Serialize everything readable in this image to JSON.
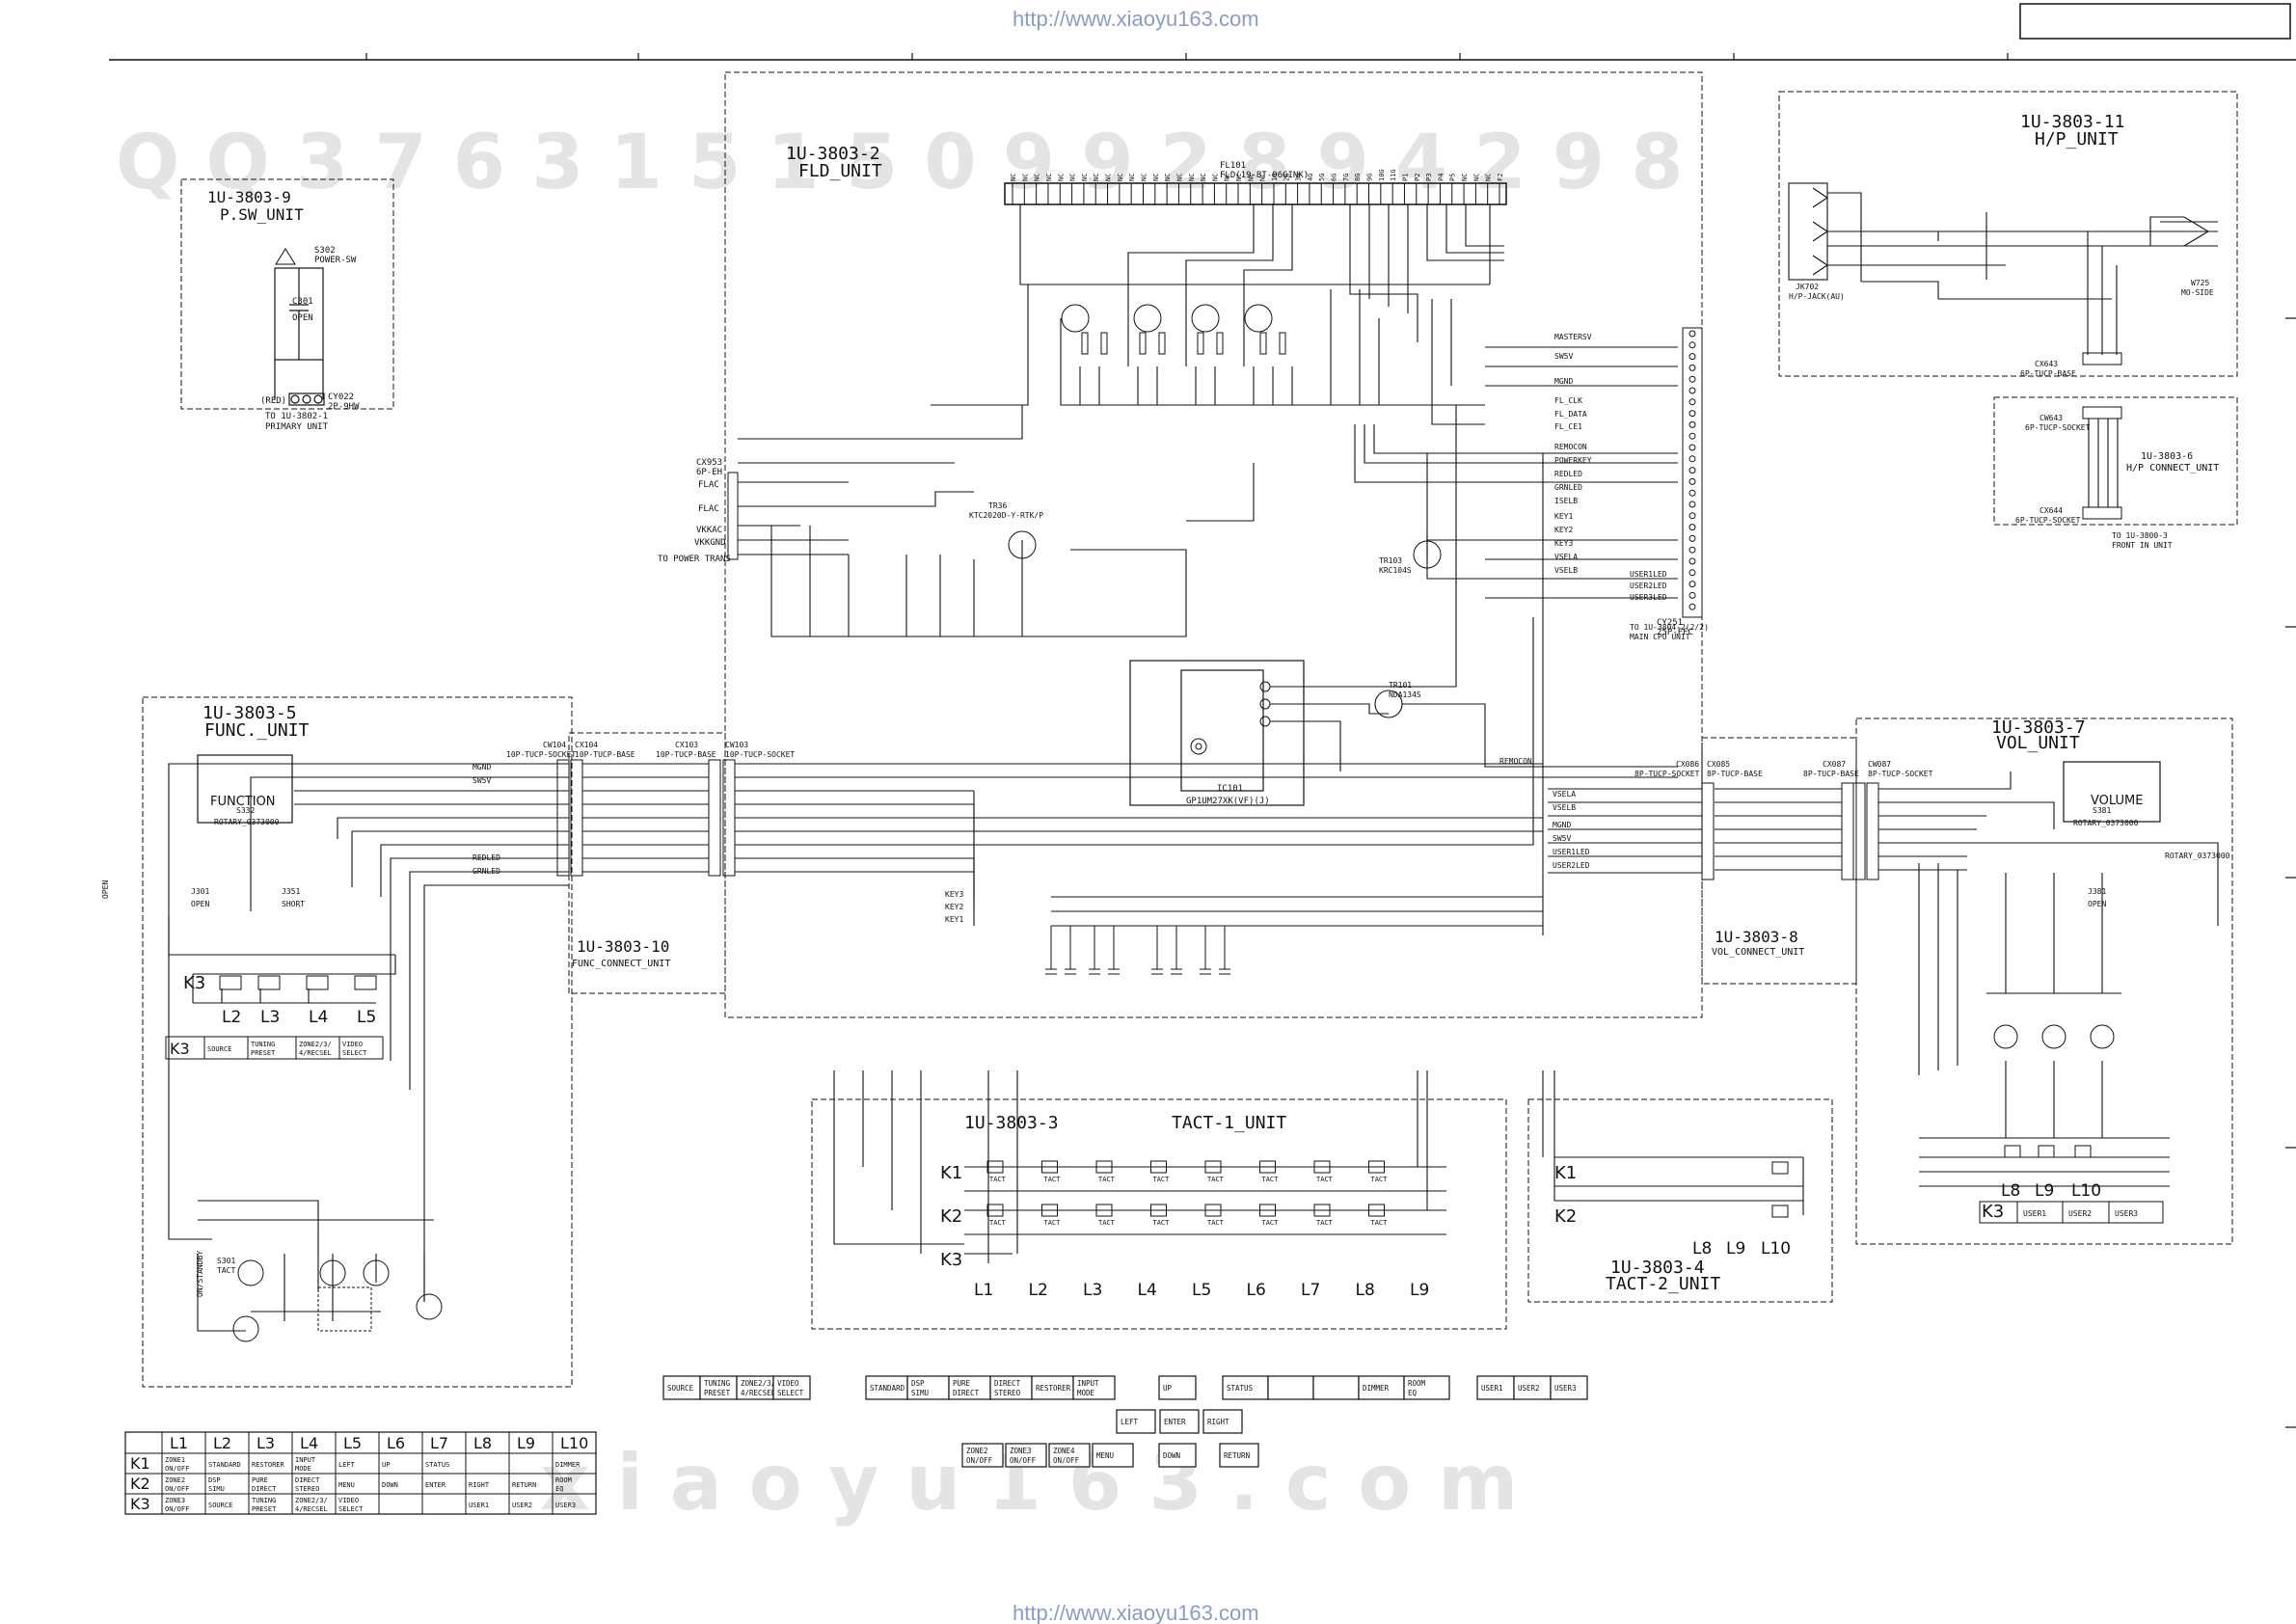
{
  "header": {
    "url_top": "http://www.xiaoyu163.com",
    "url_bottom": "http://www.xiaoyu163.com",
    "watermark_row1": "Q Q 3 7 6 3 1 5 1 5 0   9 9 2 8 9 4 2 9 8",
    "watermark_row2": "x i a o y u 1 6 3 . c o m"
  },
  "units": {
    "psw": {
      "id": "1U-3803-9",
      "name": "P.SW_UNIT"
    },
    "fld": {
      "id": "1U-3803-2",
      "name": "FLD_UNIT"
    },
    "hp": {
      "id": "1U-3803-11",
      "name": "H/P_UNIT"
    },
    "hpc": {
      "id": "1U-3803-6",
      "name": "H/P CONNECT_UNIT"
    },
    "func": {
      "id": "1U-3803-5",
      "name": "FUNC._UNIT"
    },
    "funcc": {
      "id": "1U-3803-10",
      "name": "FUNC_CONNECT_UNIT"
    },
    "vol": {
      "id": "1U-3803-7",
      "name": "VOL_UNIT"
    },
    "volc": {
      "id": "1U-3803-8",
      "name": "VOL_CONNECT_UNIT"
    },
    "tact1": {
      "id": "1U-3803-3",
      "name": "TACT-1_UNIT"
    },
    "tact2": {
      "id": "1U-3803-4",
      "name": "TACT-2_UNIT"
    }
  },
  "labels": {
    "fl101": "FL101",
    "fl101_part": "FLD(19-BT-06GINK)",
    "s302": "S302",
    "power_sw": "POWER-SW",
    "c301": "C301",
    "open": "OPEN",
    "to_primary": "TO 1U-3802-1",
    "primary_unit": "PRIMARY UNIT",
    "cy022": "CY022",
    "cy022_type": "2P-9HW",
    "red": "(RED)",
    "to_power_trans": "TO POWER TRANS",
    "cx953": "CX953",
    "cx953_type": "6P-EH",
    "flac": "FLAC",
    "vkkac": "VKKAC",
    "vkkgnd": "VKKGND",
    "cy251": "CY251",
    "cy251_type": "25P-FFC",
    "to_main_cpu": "TO 1U-3804-2(2/2)",
    "main_cpu_unit": "MAIN CPU UNIT",
    "ic101": "IC101",
    "ic101_part": "GP1UM27XK(VF)(J)",
    "tr101": "TR101",
    "tr101_part": "NDA134S",
    "tr103": "TR103",
    "tr103_part": "KRC104S",
    "tr36": "TR36",
    "tr36_part": "KTC2020D-Y-RTK/P",
    "function": "FUNCTION",
    "volume": "VOLUME",
    "s332": "S332",
    "rotary": "ROTARY_0373000",
    "s381": "S381",
    "rotary_vol": "ROTARY_0373000",
    "rotary_vol_ext": "ROTARY_0373000",
    "jk702": "JK702",
    "hp_jack": "H/P-JACK(AU)",
    "w725": "W725",
    "mo_side": "MO-SIDE",
    "cx643": "CX643",
    "cx643_type": "6P-TUCP-BASE",
    "cw643": "CW643",
    "cw643_type": "6P-TUCP-SOCKET",
    "cx644": "CX644",
    "cx644_type": "6P-TUCP-SOCKET",
    "to_front_in": "TO 1U-3800-3",
    "front_in_unit": "FRONT IN UNIT",
    "cw104": "CW104",
    "cw104_type": "10P-TUCP-SOCKET",
    "cx104": "CX104",
    "cx104_type": "10P-TUCP-BASE",
    "cx103": "CX103",
    "cx103_type": "10P-TUCP-BASE",
    "cw103": "CW103",
    "cw103_type": "10P-TUCP-SOCKET",
    "cx086": "CX086",
    "cx086_type": "8P-TUCP-SOCKET",
    "cx085": "CX085",
    "cx085_type": "8P-TUCP-BASE",
    "cx087": "CX087",
    "cx087_type": "8P-TUCP-BASE",
    "cw087": "CW087",
    "cw087_type": "8P-TUCP-SOCKET",
    "remocon": "REMOCON",
    "on_standby": "ON/STANDBY",
    "s301": "S301",
    "tact": "TACT",
    "k1": "K1",
    "k2": "K2",
    "k3": "K3",
    "source": "SOURCE",
    "tuning_preset": "TUNING PRESET",
    "zone_recsel": "ZONE2/3/ 4/RECSEL",
    "video_select": "VIDEO SELECT",
    "mastersv": "MASTERSV",
    "sw5v": "SW5V",
    "mgnd": "MGND",
    "fl_clk": "FL_CLK",
    "fl_data": "FL_DATA",
    "fl_ce": "FL_CE1",
    "remocon_sig": "REMOCON",
    "powerkey": "POWERKEY",
    "reled": "REDLED",
    "grnled": "GRNLED",
    "isel": "ISELB",
    "key1": "KEY1",
    "key2": "KEY2",
    "key3": "KEY3",
    "vsela": "VSELA",
    "vselb": "VSELB",
    "user1led": "USER1LED",
    "user2led": "USER2LED",
    "user3led": "USER3LED",
    "short": "SHORT",
    "j301": "J301",
    "j351": "J351",
    "j381": "J381"
  },
  "fld_pins": [
    "NC",
    "NC",
    "NC",
    "NC",
    "NC",
    "NC",
    "NC",
    "NC",
    "NC",
    "NC",
    "NC",
    "NC",
    "NC",
    "NC",
    "NC",
    "NC",
    "NC",
    "NC",
    "NC",
    "NC",
    "NC",
    "NC",
    "1G",
    "2G",
    "3G",
    "4G",
    "5G",
    "6G",
    "7G",
    "8G",
    "9G",
    "10G",
    "11G",
    "P1",
    "P2",
    "P3",
    "P4",
    "P5",
    "NC",
    "NC",
    "NC",
    "F2"
  ],
  "func_row_l": [
    "L2",
    "L3",
    "L4",
    "L5"
  ],
  "tact1_cols": [
    "L1",
    "L2",
    "L3",
    "L4",
    "L5",
    "L6",
    "L7",
    "L8",
    "L9"
  ],
  "tact2_cols": [
    "L8",
    "L9",
    "L10"
  ],
  "vol_cols": [
    "L8",
    "L9",
    "L10"
  ],
  "k3_legend": [
    "SOURCE",
    "TUNING PRESET",
    "ZONE2/3/ 4/RECSEL",
    "VIDEO SELECT"
  ],
  "vol_k3_legend": [
    "USER1",
    "USER2",
    "USER3"
  ],
  "key_matrix": {
    "cols": [
      "L1",
      "L2",
      "L3",
      "L4",
      "L5",
      "L6",
      "L7",
      "L8",
      "L9",
      "L10"
    ],
    "rows": [
      {
        "k": "K1",
        "cells": [
          "ZONE1 ON/OFF",
          "STANDARD",
          "RESTORER",
          "INPUT MODE",
          "LEFT",
          "UP",
          "STATUS",
          "",
          "",
          "DIMMER"
        ]
      },
      {
        "k": "K2",
        "cells": [
          "ZONE2 ON/OFF",
          "DSP SIMU",
          "PURE DIRECT",
          "DIRECT STEREO",
          "MENU",
          "DOWN",
          "ENTER",
          "RIGHT",
          "RETURN",
          "ROOM EQ"
        ]
      },
      {
        "k": "K3",
        "cells": [
          "ZONE3 ON/OFF",
          "SOURCE",
          "TUNING PRESET",
          "ZONE2/3/ 4/RECSEL",
          "VIDEO SELECT",
          "",
          "",
          "USER1",
          "USER2",
          "USER3"
        ]
      }
    ]
  },
  "front_panel": {
    "row1_group1": [
      "SOURCE",
      "TUNING PRESET",
      "ZONE2/3/ 4/RECSEL",
      "VIDEO SELECT"
    ],
    "row1_group2": [
      "STANDARD",
      "DSP SIMU",
      "PURE DIRECT",
      "DIRECT STEREO",
      "RESTORER",
      "INPUT MODE"
    ],
    "row1_up": "UP",
    "row1_group3": [
      "STATUS",
      "",
      "",
      "DIMMER",
      "ROOM EQ"
    ],
    "row1_group4": [
      "USER1",
      "USER2",
      "USER3"
    ],
    "row2": [
      "LEFT",
      "ENTER",
      "RIGHT"
    ],
    "row3_group1": [
      "ZONE2 ON/OFF",
      "ZONE3 ON/OFF",
      "ZONE4 ON/OFF",
      "MENU"
    ],
    "row3_down": "DOWN",
    "row3_return": "RETURN"
  }
}
